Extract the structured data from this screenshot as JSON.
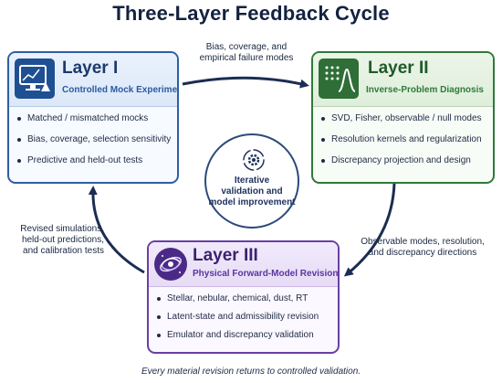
{
  "title": "Three-Layer Feedback Cycle",
  "layers": [
    {
      "name": "Layer I",
      "subtitle": "Controlled Mock Experiments",
      "items": [
        "Matched / mismatched mocks",
        "Bias, coverage, selection sensitivity",
        "Predictive and held-out tests"
      ],
      "icon": "monitor-flask-icon",
      "accent": "#2e5fa3"
    },
    {
      "name": "Layer II",
      "subtitle": "Inverse-Problem Diagnosis",
      "items": [
        "SVD, Fisher, observable / null modes",
        "Resolution kernels and regularization",
        "Discrepancy projection and design"
      ],
      "icon": "matrix-curve-icon",
      "accent": "#2f7a3a"
    },
    {
      "name": "Layer III",
      "subtitle": "Physical Forward-Model Revision",
      "items": [
        "Stellar, nebular, chemical, dust, RT",
        "Latent-state and admissibility revision",
        "Emulator and discrepancy validation"
      ],
      "icon": "galaxy-icon",
      "accent": "#6a3fa3"
    }
  ],
  "arrows": {
    "layer1_to_layer2": [
      "Bias, coverage, and",
      "empirical failure modes"
    ],
    "layer2_to_layer3": [
      "Observable modes, resolution,",
      "and discrepancy directions"
    ],
    "layer3_to_layer1": [
      "Revised simulations,",
      "held-out predictions,",
      "and calibration tests"
    ]
  },
  "center": {
    "lines": [
      "Iterative",
      "validation and",
      "model improvement"
    ],
    "icon": "gear-cycle-icon"
  },
  "footer": "Every material revision returns to controlled validation."
}
